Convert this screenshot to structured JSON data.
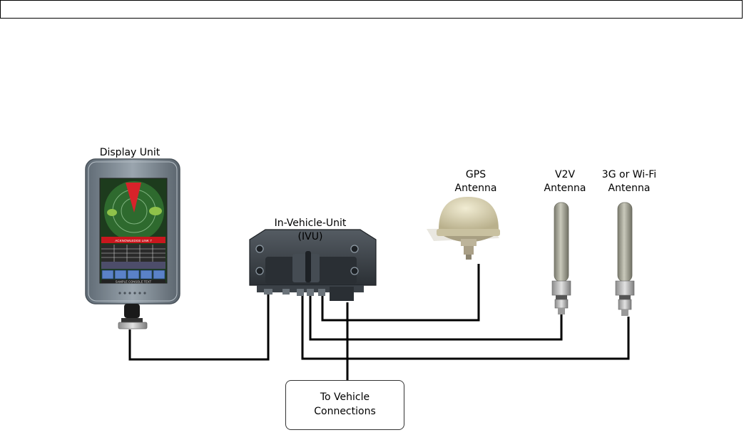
{
  "labels": {
    "display_unit": "Display Unit",
    "gps_line1": "GPS",
    "gps_line2": "Antenna",
    "v2v_line1": "V2V",
    "v2v_line2": "Antenna",
    "wifi_line1": "3G or Wi-Fi",
    "wifi_line2": "Antenna",
    "ivu_line1": "In-Vehicle-Unit",
    "ivu_line2": "(IVU)",
    "vehicle_line1": "To Vehicle",
    "vehicle_line2": "Connections"
  },
  "screen": {
    "banner": "ACKNOWLEDGE LINK 7",
    "footer": "SAMPLE CONSOLE TEXT"
  },
  "colors": {
    "display_body": "#7f8a94",
    "display_screen": "#1d3b1d",
    "ivu_body": "#3a4046",
    "gps_dome": "#d8d1b2",
    "antenna": "#9a9a8c",
    "wire": "#000000"
  }
}
